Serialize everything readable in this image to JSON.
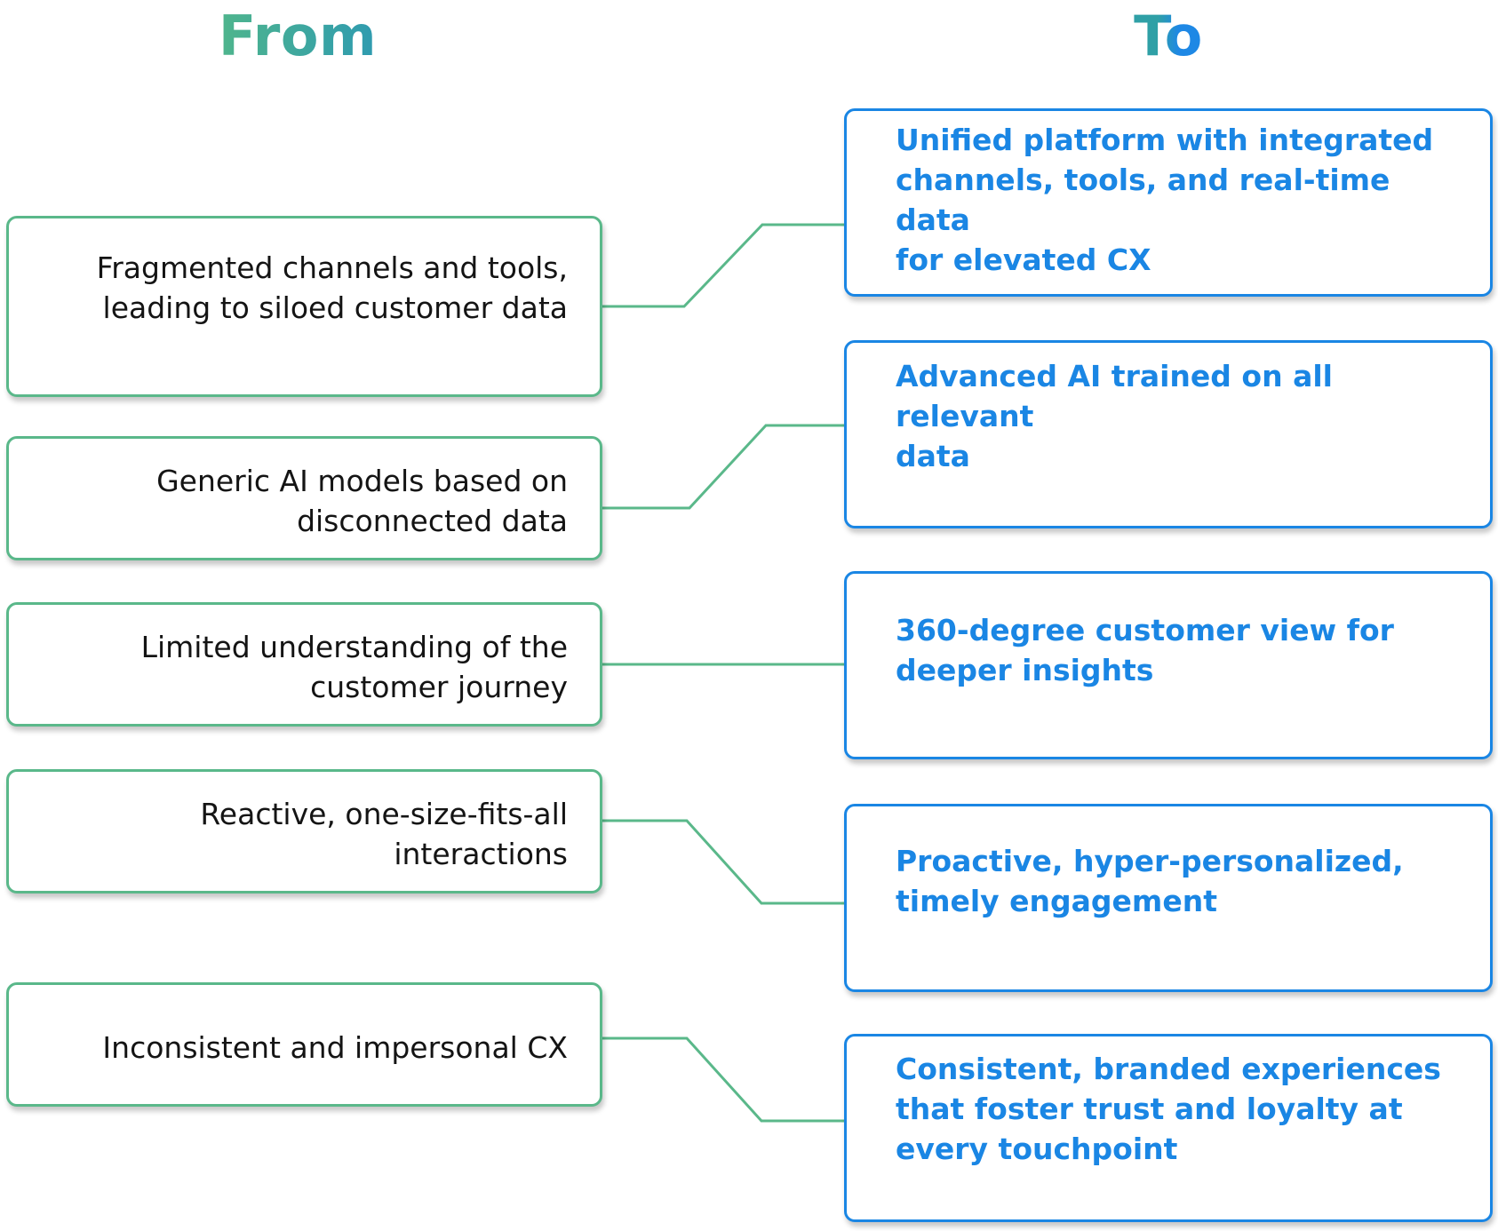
{
  "headings": {
    "from": "From",
    "to": "To"
  },
  "colors": {
    "from_accent": "#5ab88a",
    "to_accent": "#1a86e4",
    "heading_gradient_start": "#4fb58c",
    "heading_gradient_end": "#1e88e5"
  },
  "from_items": [
    {
      "line1": "Fragmented channels and tools,",
      "line2": "leading to siloed customer data"
    },
    {
      "line1": "Generic AI models based on",
      "line2": "disconnected data"
    },
    {
      "line1": "Limited understanding of the",
      "line2": "customer journey"
    },
    {
      "line1": "Reactive, one-size-fits-all",
      "line2": "interactions"
    },
    {
      "line1": "Inconsistent and impersonal CX",
      "line2": ""
    }
  ],
  "to_items": [
    {
      "line1": "Unified platform with integrated",
      "line2": "channels, tools, and real-time data",
      "line3": "for elevated CX"
    },
    {
      "line1": "Advanced AI trained on all relevant",
      "line2": "data",
      "line3": ""
    },
    {
      "line1": "360-degree customer view for",
      "line2": "deeper insights",
      "line3": ""
    },
    {
      "line1": "Proactive, hyper-personalized,",
      "line2": "timely engagement",
      "line3": ""
    },
    {
      "line1": "Consistent, branded experiences",
      "line2": "that foster trust and loyalty at",
      "line3": "every touchpoint"
    }
  ]
}
